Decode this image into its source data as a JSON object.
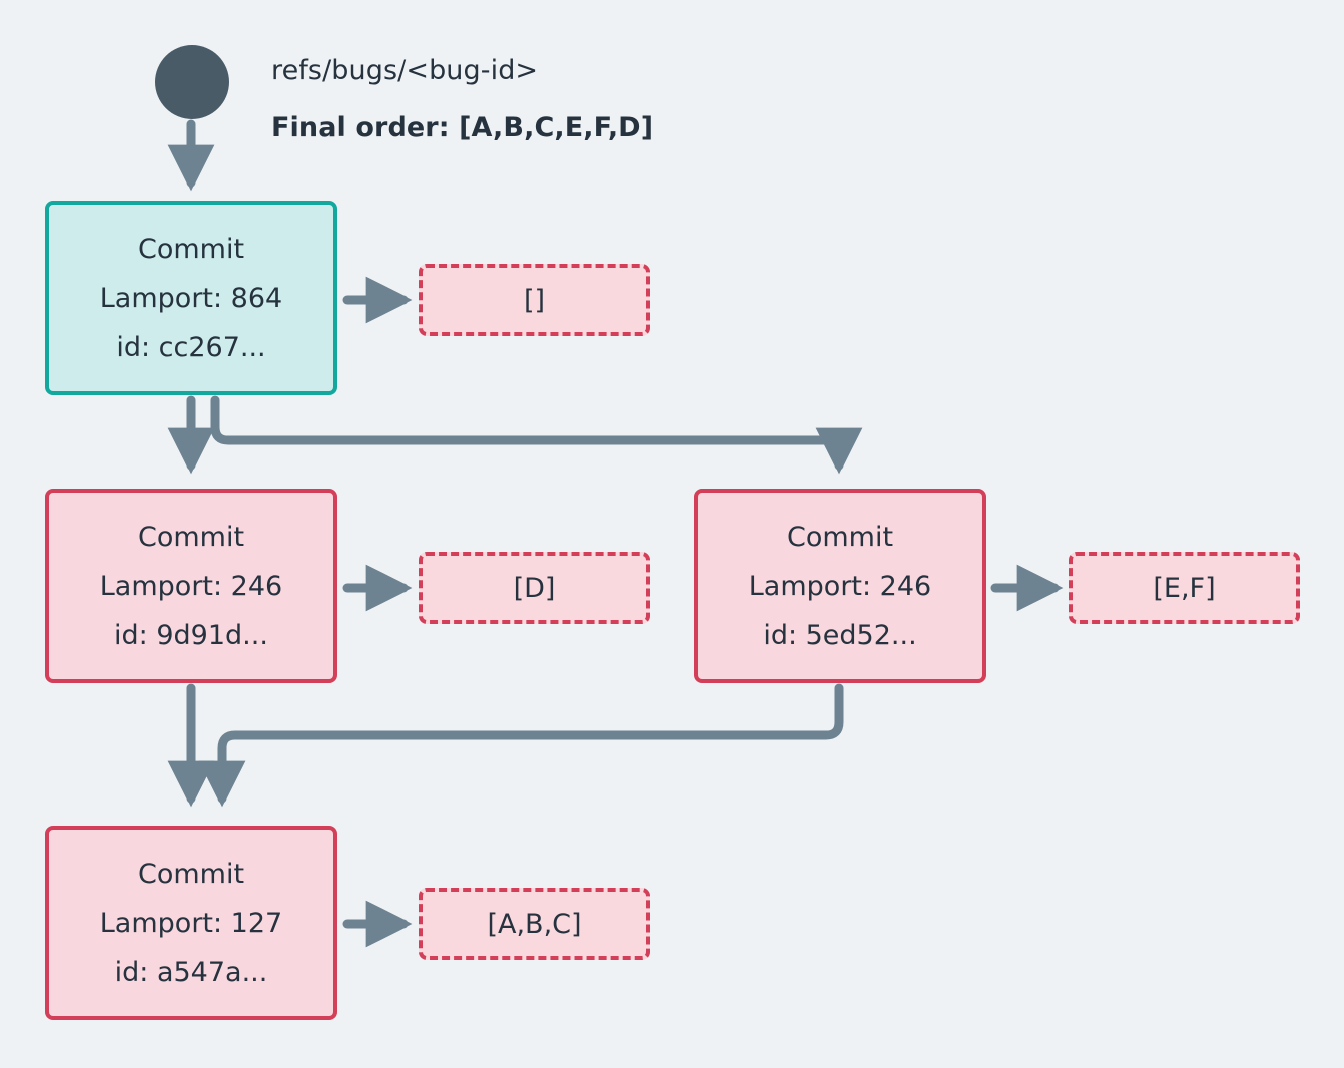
{
  "diagram": {
    "background_color": "#eff2f5",
    "header": {
      "ref_label": "refs/bugs/<bug-id>",
      "order_label": "Final order: [A,B,C,E,F,D]"
    },
    "root": {
      "name": "root-node",
      "color": "#4a5b68"
    },
    "colors": {
      "teal_fill": "#cdeceb",
      "teal_border": "#13a89e",
      "pink_fill": "#f8d7de",
      "pink_border": "#d33f58",
      "edge": "#6e8391",
      "text": "#26333f"
    },
    "commits": [
      {
        "id": "commit-cc267",
        "title": "Commit",
        "lamport": "Lamport: 864",
        "hash": "id: cc267...",
        "style": "teal"
      },
      {
        "id": "commit-9d91d",
        "title": "Commit",
        "lamport": "Lamport: 246",
        "hash": "id: 9d91d...",
        "style": "pink"
      },
      {
        "id": "commit-5ed52",
        "title": "Commit",
        "lamport": "Lamport: 246",
        "hash": "id: 5ed52...",
        "style": "pink"
      },
      {
        "id": "commit-a547a",
        "title": "Commit",
        "lamport": "Lamport: 127",
        "hash": "id: a547a...",
        "style": "pink"
      }
    ],
    "operations": [
      {
        "id": "ops-cc267",
        "label": "[]"
      },
      {
        "id": "ops-9d91d",
        "label": "[D]"
      },
      {
        "id": "ops-5ed52",
        "label": "[E,F]"
      },
      {
        "id": "ops-a547a",
        "label": "[A,B,C]"
      }
    ]
  }
}
